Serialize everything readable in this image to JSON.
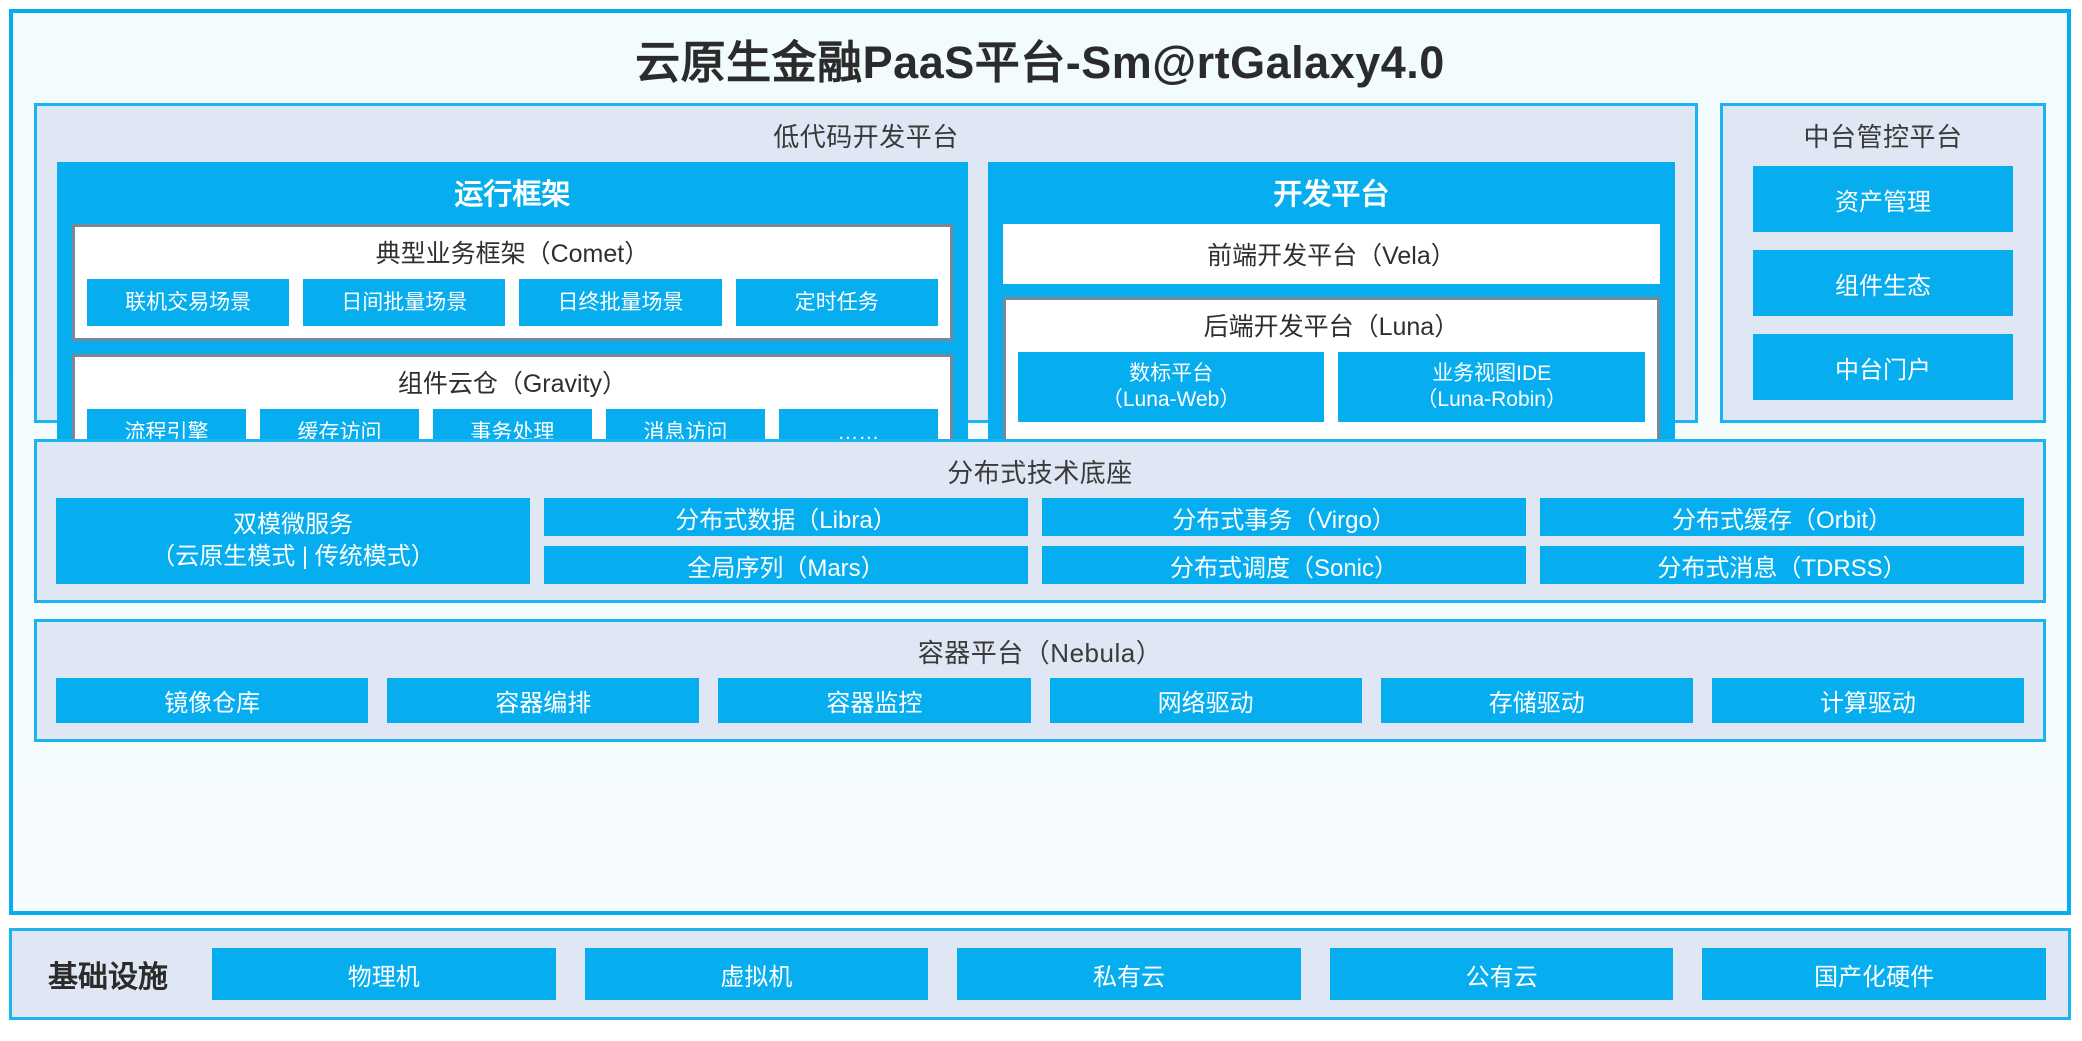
{
  "page": {
    "title": "云原生金融PaaS平台-Sm@rtGalaxy4.0",
    "accent_color": "#06AEEF",
    "panel_bg_color": "#DEE7F3",
    "panel_border_color": "#1BB4F0",
    "inner_border_color": "#7B8795",
    "background_color": "#F2FBFE"
  },
  "lowcode": {
    "title": "低代码开发平台",
    "runtime": {
      "title": "运行框架",
      "comet": {
        "title": "典型业务框架（Comet）",
        "items": [
          "联机交易场景",
          "日间批量场景",
          "日终批量场景",
          "定时任务"
        ]
      },
      "gravity": {
        "title": "组件云仓（Gravity）",
        "items": [
          "流程引擎",
          "缓存访问",
          "事务处理",
          "消息访问",
          "……"
        ]
      }
    },
    "devplatform": {
      "title": "开发平台",
      "frontend": "前端开发平台（Vela）",
      "backend": {
        "title": "后端开发平台（Luna）",
        "items": [
          {
            "name": "数标平台",
            "code": "（Luna-Web）"
          },
          {
            "name": "业务视图IDE",
            "code": "（Luna-Robin）"
          }
        ]
      }
    }
  },
  "management": {
    "title": "中台管控平台",
    "items": [
      "资产管理",
      "组件生态",
      "中台门户"
    ]
  },
  "techbase": {
    "title": "分布式技术底座",
    "dual_service": {
      "line1": "双模微服务",
      "line2": "（云原生模式 | 传统模式）"
    },
    "columns": [
      [
        "分布式数据（Libra）",
        "全局序列（Mars）"
      ],
      [
        "分布式事务（Virgo）",
        "分布式调度（Sonic）"
      ],
      [
        "分布式缓存（Orbit）",
        "分布式消息（TDRSS）"
      ]
    ]
  },
  "container": {
    "title": "容器平台（Nebula）",
    "items": [
      "镜像仓库",
      "容器编排",
      "容器监控",
      "网络驱动",
      "存储驱动",
      "计算驱动"
    ]
  },
  "infrastructure": {
    "label": "基础设施",
    "items": [
      "物理机",
      "虚拟机",
      "私有云",
      "公有云",
      "国产化硬件"
    ]
  }
}
